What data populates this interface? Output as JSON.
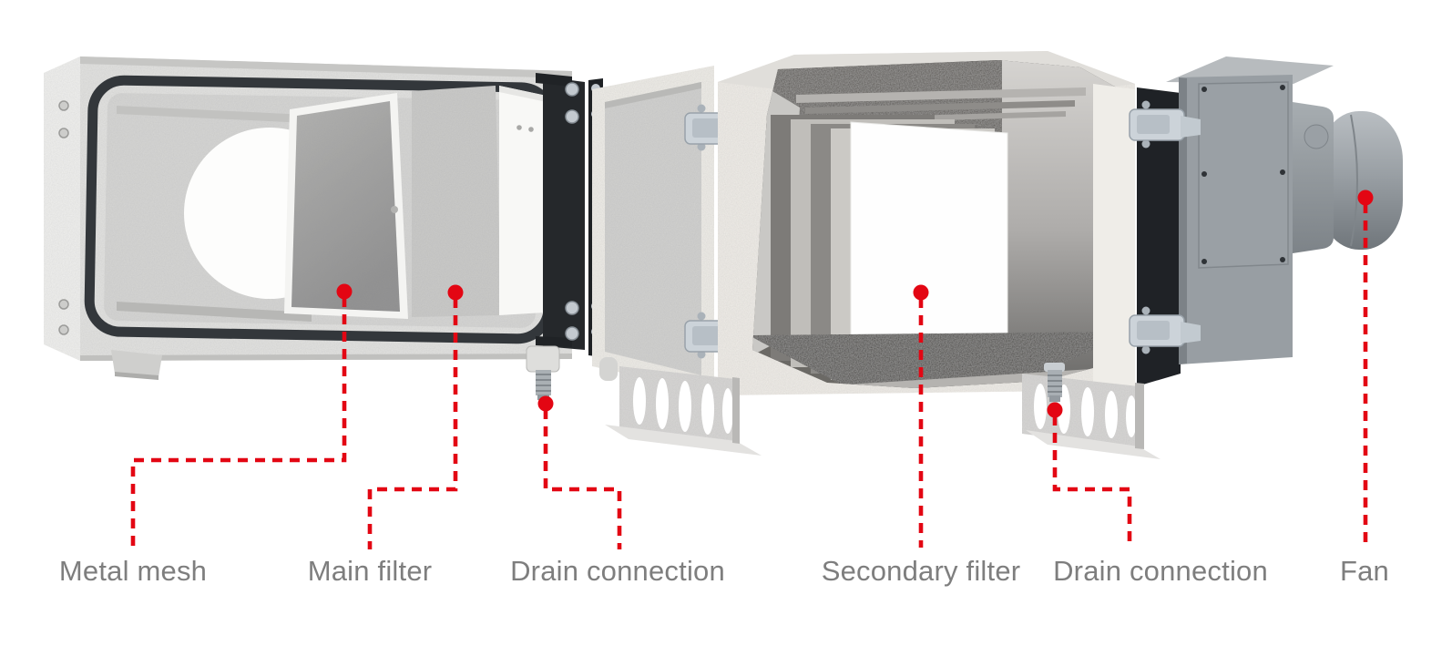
{
  "diagram": {
    "accent_color": "#e30613",
    "label_color": "#7e7e7e",
    "labels": [
      {
        "id": "metal-mesh",
        "text": "Metal mesh"
      },
      {
        "id": "main-filter",
        "text": "Main filter"
      },
      {
        "id": "drain-connection-1",
        "text": "Drain connection"
      },
      {
        "id": "secondary-filter",
        "text": "Secondary filter"
      },
      {
        "id": "drain-connection-2",
        "text": "Drain connection"
      },
      {
        "id": "fan",
        "text": "Fan"
      }
    ]
  }
}
